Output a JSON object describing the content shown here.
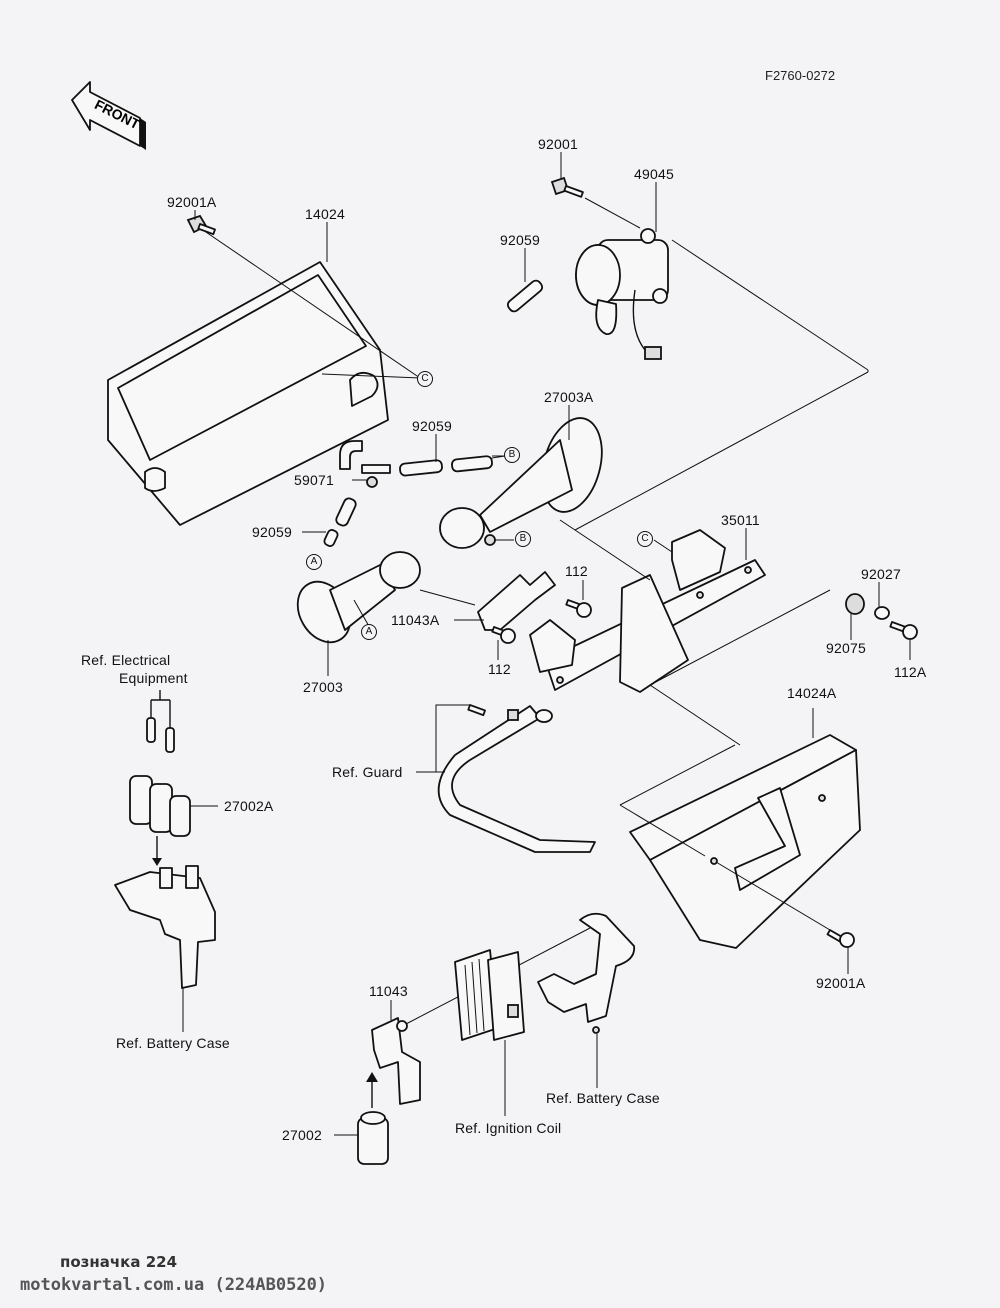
{
  "diagram": {
    "title_code": "F2760-0272",
    "front_indicator": "FRONT",
    "parts": {
      "p92001A_top": "92001A",
      "p14024": "14024",
      "p92001": "92001",
      "p49045": "49045",
      "p92059_upper": "92059",
      "p92059_mid": "92059",
      "p59071": "59071",
      "p92059_lower": "92059",
      "p27003A": "27003A",
      "p35011": "35011",
      "p92027": "92027",
      "p92075": "92075",
      "p112A": "112A",
      "p112_upper": "112",
      "p112_lower": "112",
      "p11043A": "11043A",
      "p27003": "27003",
      "p14024A": "14024A",
      "p27002A": "27002A",
      "p92001A_bottom": "92001A",
      "p11043": "11043",
      "p27002": "27002"
    },
    "references": {
      "electrical_line1": "Ref. Electrical",
      "electrical_line2": "Equipment",
      "guard": "Ref. Guard",
      "battery_case_left": "Ref. Battery Case",
      "battery_case_right": "Ref. Battery Case",
      "ignition_coil": "Ref. Ignition Coil"
    },
    "connection_markers": {
      "A": "A",
      "B": "B",
      "C": "C"
    }
  },
  "watermark": {
    "line1": "позначка 224",
    "line2": "motokvartal.com.ua (224AB0520)"
  }
}
